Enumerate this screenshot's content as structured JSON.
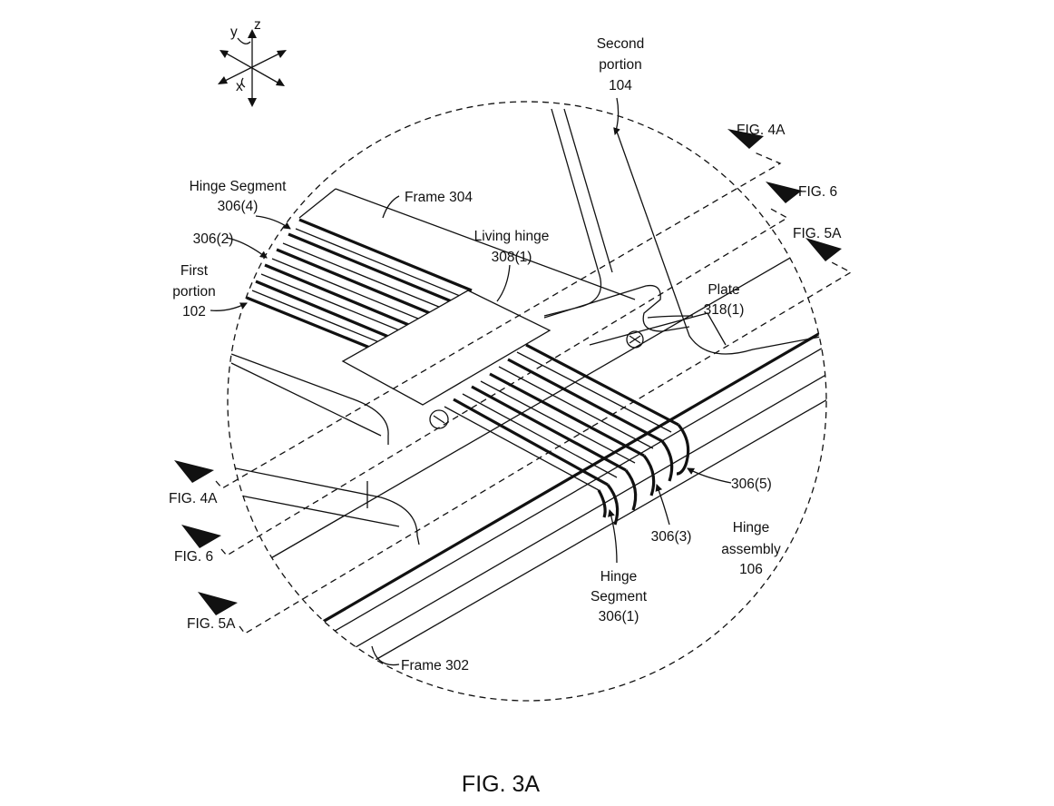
{
  "axes": {
    "z": "z",
    "y": "y",
    "x": "x"
  },
  "labels": {
    "second_portion": [
      "Second",
      "portion",
      "104"
    ],
    "hinge_segment_top": [
      "Hinge Segment",
      "306(4)"
    ],
    "seg_306_2": "306(2)",
    "first_portion": [
      "First",
      "portion",
      "102"
    ],
    "frame_304": "Frame 304",
    "living_hinge": [
      "Living hinge",
      "308(1)"
    ],
    "plate": [
      "Plate",
      "318(1)"
    ],
    "fig4a_right": "FIG. 4A",
    "fig6_right": "FIG. 6",
    "fig5a_right": "FIG. 5A",
    "fig4a_left": "FIG. 4A",
    "fig6_left": "FIG. 6",
    "fig5a_left": "FIG. 5A",
    "seg_306_5": "306(5)",
    "seg_306_3": "306(3)",
    "hinge_assembly": [
      "Hinge",
      "assembly",
      "106"
    ],
    "hinge_segment_bottom": [
      "Hinge",
      "Segment",
      "306(1)"
    ],
    "frame_302": "Frame 302"
  },
  "caption": "FIG. 3A"
}
